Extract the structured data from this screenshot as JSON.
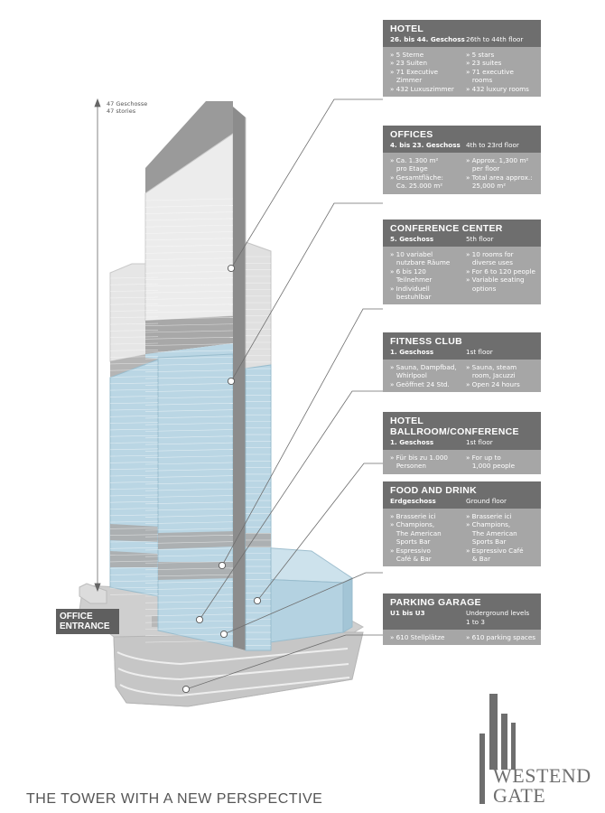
{
  "height_label": {
    "de": "47 Geschosse",
    "en": "47 stories"
  },
  "entrance_label": {
    "line1": "OFFICE",
    "line2": "ENTRANCE"
  },
  "tagline": "THE TOWER WITH A NEW PERSPECTIVE",
  "logo": {
    "line1": "WESTEND",
    "line2": "GATE"
  },
  "colors": {
    "panel_header": "#6e6e6e",
    "panel_body": "#a6a6a6",
    "glass": "#bad6e4",
    "concrete": "#c8c8c8"
  },
  "panels": [
    {
      "title": "HOTEL",
      "sub_de": "26. bis 44. Geschoss",
      "sub_en": "26th to 44th floor",
      "items_de": [
        "» 5 Sterne",
        "» 23 Suiten",
        "» 71 Executive\n   Zimmer",
        "» 432 Luxuszimmer"
      ],
      "items_en": [
        "» 5 stars",
        "» 23 suites",
        "» 71 executive\n   rooms",
        "» 432 luxury rooms"
      ]
    },
    {
      "title": "OFFICES",
      "sub_de": "4. bis 23. Geschoss",
      "sub_en": "4th to 23rd floor",
      "items_de": [
        "» Ca. 1.300 m²\n   pro Etage",
        "» Gesamtfläche:\n   Ca. 25.000 m²"
      ],
      "items_en": [
        "» Approx. 1,300 m²\n   per floor",
        "» Total area approx.:\n   25,000 m²"
      ]
    },
    {
      "title": "CONFERENCE CENTER",
      "sub_de": "5. Geschoss",
      "sub_en": "5th floor",
      "items_de": [
        "» 10 variabel\n   nutzbare Räume",
        "» 6 bis 120\n   Teilnehmer",
        "» Individuell\n   bestuhlbar"
      ],
      "items_en": [
        "» 10 rooms for\n   diverse uses",
        "» For 6 to 120 people",
        "» Variable seating\n   options"
      ]
    },
    {
      "title": "FITNESS CLUB",
      "sub_de": "1. Geschoss",
      "sub_en": "1st floor",
      "items_de": [
        "» Sauna, Dampfbad,\n   Whirlpool",
        "» Geöffnet 24 Std."
      ],
      "items_en": [
        "» Sauna, steam\n   room, Jacuzzi",
        "» Open 24 hours"
      ]
    },
    {
      "title": "HOTEL BALLROOM/CONFERENCE",
      "sub_de": "1. Geschoss",
      "sub_en": "1st floor",
      "items_de": [
        "» Für bis zu 1.000\n   Personen"
      ],
      "items_en": [
        "» For up to\n   1,000 people"
      ]
    },
    {
      "title": "FOOD AND DRINK",
      "sub_de": "Erdgeschoss",
      "sub_en": "Ground floor",
      "items_de": [
        "» Brasserie ici",
        "» Champions,\n   The American\n   Sports Bar",
        "» Espressivo\n   Café & Bar"
      ],
      "items_en": [
        "» Brasserie ici",
        "» Champions,\n   The American\n   Sports Bar",
        "» Espressivo Café\n   & Bar"
      ]
    },
    {
      "title": "PARKING GARAGE",
      "sub_de": "U1 bis U3",
      "sub_en": "Underground levels 1 to 3",
      "items_de": [
        "» 610 Stellplätze"
      ],
      "items_en": [
        "» 610 parking spaces"
      ]
    }
  ]
}
